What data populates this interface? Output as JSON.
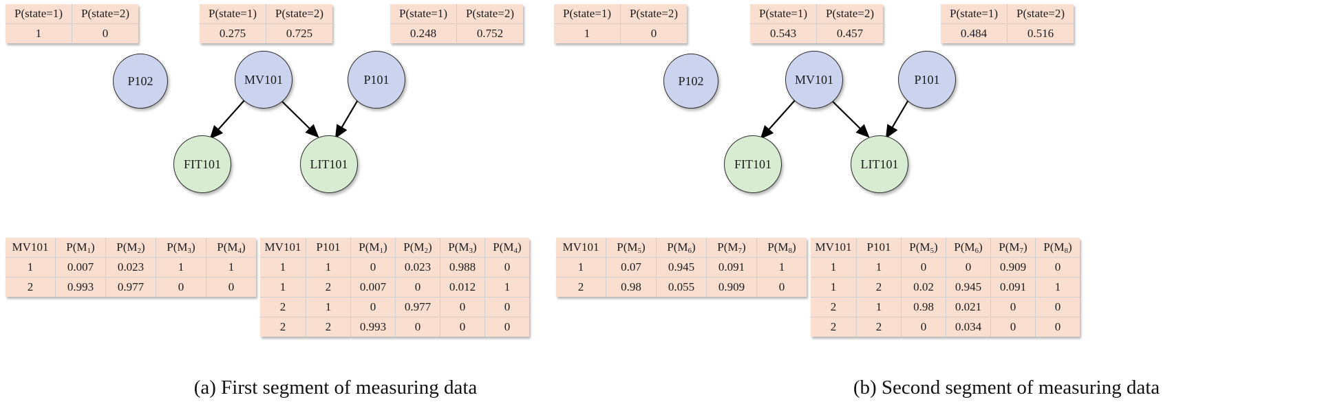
{
  "figure": {
    "panels": [
      {
        "id": "a",
        "caption": "(a) First segment of measuring data",
        "state_tables": [
          {
            "name": "P102-state-table",
            "headers": [
              "P(state=1)",
              "P(state=2)"
            ],
            "rows": [
              [
                "1",
                "0"
              ]
            ]
          },
          {
            "name": "MV101-state-table",
            "headers": [
              "P(state=1)",
              "P(state=2)"
            ],
            "rows": [
              [
                "0.275",
                "0.725"
              ]
            ]
          },
          {
            "name": "P101-state-table",
            "headers": [
              "P(state=1)",
              "P(state=2)"
            ],
            "rows": [
              [
                "0.248",
                "0.752"
              ]
            ]
          }
        ],
        "nodes": [
          {
            "id": "P102",
            "label": "P102",
            "color": "blue"
          },
          {
            "id": "MV101",
            "label": "MV101",
            "color": "blue"
          },
          {
            "id": "P101",
            "label": "P101",
            "color": "blue"
          },
          {
            "id": "FIT101",
            "label": "FIT101",
            "color": "green"
          },
          {
            "id": "LIT101",
            "label": "LIT101",
            "color": "green"
          }
        ],
        "cpt_fit101": {
          "name": "FIT101-cpt",
          "headers": [
            "MV101",
            "P(M1)",
            "P(M2)",
            "P(M3)",
            "P(M4)"
          ],
          "header_subs": [
            "",
            "1",
            "2",
            "3",
            "4"
          ],
          "rows": [
            [
              "1",
              "0.007",
              "0.023",
              "1",
              "1"
            ],
            [
              "2",
              "0.993",
              "0.977",
              "0",
              "0"
            ]
          ]
        },
        "cpt_lit101": {
          "name": "LIT101-cpt",
          "headers": [
            "MV101",
            "P101",
            "P(M1)",
            "P(M2)",
            "P(M3)",
            "P(M4)"
          ],
          "header_subs": [
            "",
            "",
            "1",
            "2",
            "3",
            "4"
          ],
          "rows": [
            [
              "1",
              "1",
              "0",
              "0.023",
              "0.988",
              "0"
            ],
            [
              "1",
              "2",
              "0.007",
              "0",
              "0.012",
              "1"
            ],
            [
              "2",
              "1",
              "0",
              "0.977",
              "0",
              "0"
            ],
            [
              "2",
              "2",
              "0.993",
              "0",
              "0",
              "0"
            ]
          ]
        }
      },
      {
        "id": "b",
        "caption": "(b) Second segment of measuring data",
        "state_tables": [
          {
            "name": "P102-state-table",
            "headers": [
              "P(state=1)",
              "P(state=2)"
            ],
            "rows": [
              [
                "1",
                "0"
              ]
            ]
          },
          {
            "name": "MV101-state-table",
            "headers": [
              "P(state=1)",
              "P(state=2)"
            ],
            "rows": [
              [
                "0.543",
                "0.457"
              ]
            ]
          },
          {
            "name": "P101-state-table",
            "headers": [
              "P(state=1)",
              "P(state=2)"
            ],
            "rows": [
              [
                "0.484",
                "0.516"
              ]
            ]
          }
        ],
        "nodes": [
          {
            "id": "P102",
            "label": "P102",
            "color": "blue"
          },
          {
            "id": "MV101",
            "label": "MV101",
            "color": "blue"
          },
          {
            "id": "P101",
            "label": "P101",
            "color": "blue"
          },
          {
            "id": "FIT101",
            "label": "FIT101",
            "color": "green"
          },
          {
            "id": "LIT101",
            "label": "LIT101",
            "color": "green"
          }
        ],
        "cpt_fit101": {
          "name": "FIT101-cpt",
          "headers": [
            "MV101",
            "P(M5)",
            "P(M6)",
            "P(M7)",
            "P(M8)"
          ],
          "header_subs": [
            "",
            "5",
            "6",
            "7",
            "8"
          ],
          "rows": [
            [
              "1",
              "0.07",
              "0.945",
              "0.091",
              "1"
            ],
            [
              "2",
              "0.98",
              "0.055",
              "0.909",
              "0"
            ]
          ]
        },
        "cpt_lit101": {
          "name": "LIT101-cpt",
          "headers": [
            "MV101",
            "P101",
            "P(M5)",
            "P(M6)",
            "P(M7)",
            "P(M8)"
          ],
          "header_subs": [
            "",
            "",
            "5",
            "6",
            "7",
            "8"
          ],
          "rows": [
            [
              "1",
              "1",
              "0",
              "0",
              "0.909",
              "0"
            ],
            [
              "1",
              "2",
              "0.02",
              "0.945",
              "0.091",
              "1"
            ],
            [
              "2",
              "1",
              "0.98",
              "0.021",
              "0",
              "0"
            ],
            [
              "2",
              "2",
              "0",
              "0.034",
              "0",
              "0"
            ]
          ]
        }
      }
    ],
    "colors": {
      "table_fill": "#fadfd1",
      "node_blue": "#ccd3ee",
      "node_green": "#d8ecd2",
      "edge": "#000000"
    }
  }
}
